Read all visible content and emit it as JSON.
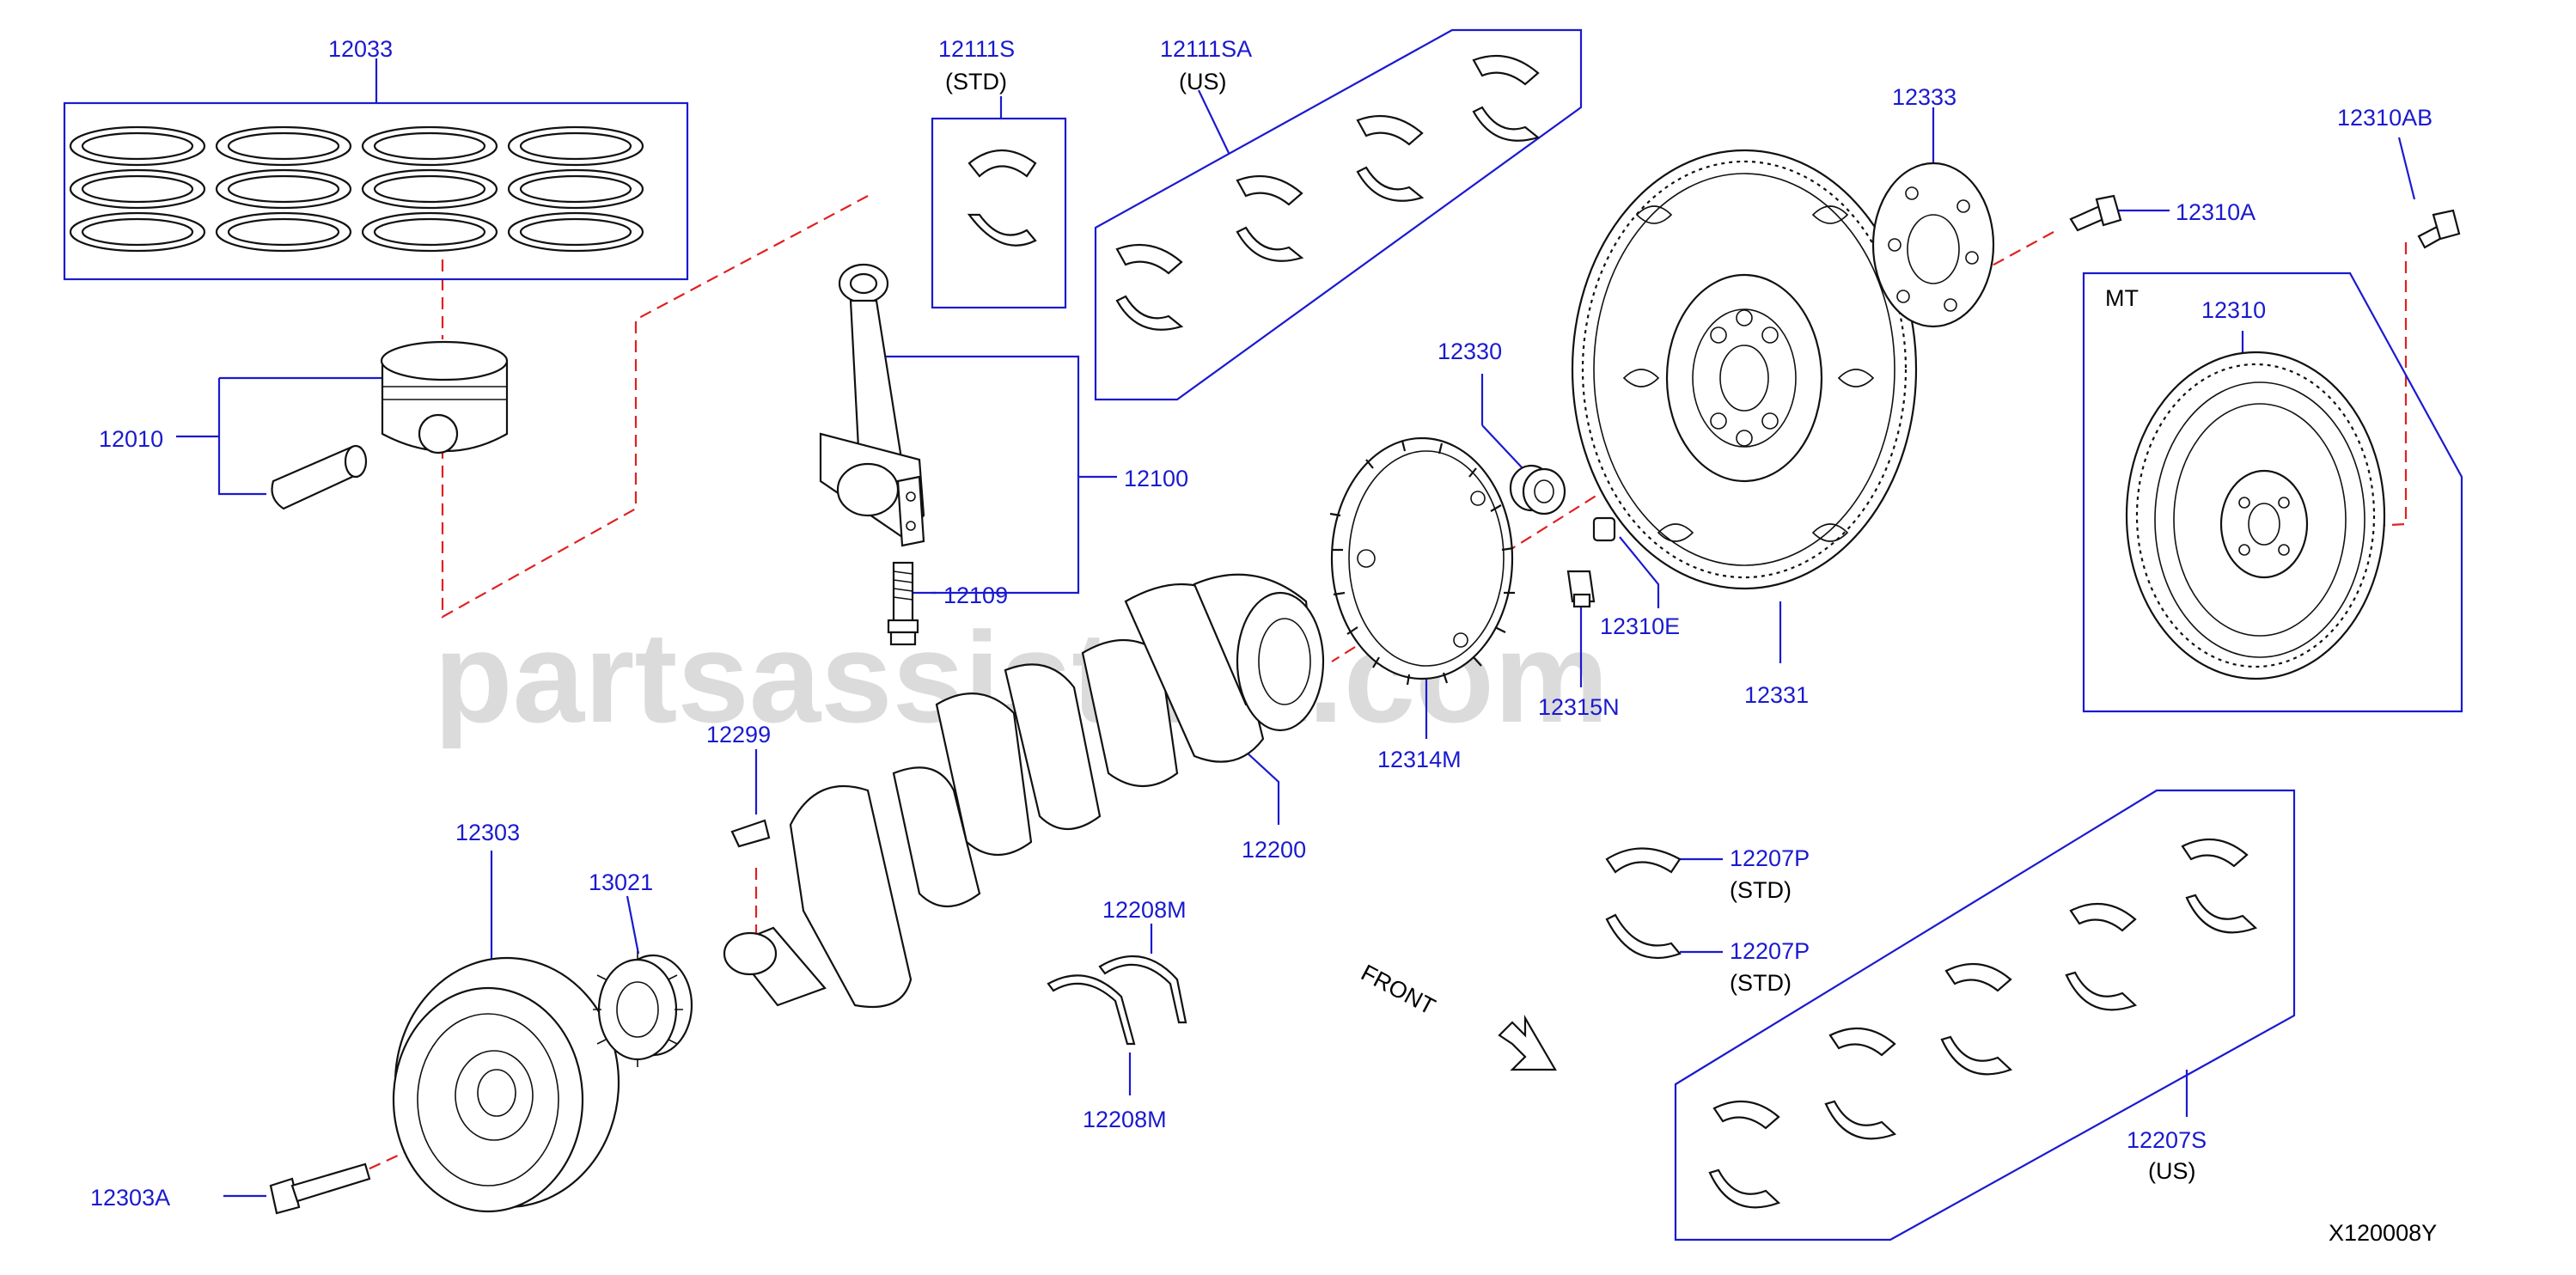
{
  "diagram": {
    "watermark": "partsassistant.com",
    "drawing_code": "X120008Y",
    "front_label": "FRONT",
    "mt_label": "MT",
    "labels": {
      "p12033": "12033",
      "p12010": "12010",
      "p12111S": "12111S",
      "p12111S_note": "(STD)",
      "p12111SA": "12111SA",
      "p12111SA_note": "(US)",
      "p12100": "12100",
      "p12109": "12109",
      "p12330": "12330",
      "p12333": "12333",
      "p12310AB": "12310AB",
      "p12310A": "12310A",
      "p12310": "12310",
      "p12310E": "12310E",
      "p12315N": "12315N",
      "p12331": "12331",
      "p12314M": "12314M",
      "p12299": "12299",
      "p12200": "12200",
      "p12303": "12303",
      "p13021": "13021",
      "p12208M_top": "12208M",
      "p12208M_bottom": "12208M",
      "p12303A": "12303A",
      "p12207P_1": "12207P",
      "p12207P_1_note": "(STD)",
      "p12207P_2": "12207P",
      "p12207P_2_note": "(STD)",
      "p12207S": "12207S",
      "p12207S_note": "(US)"
    }
  }
}
